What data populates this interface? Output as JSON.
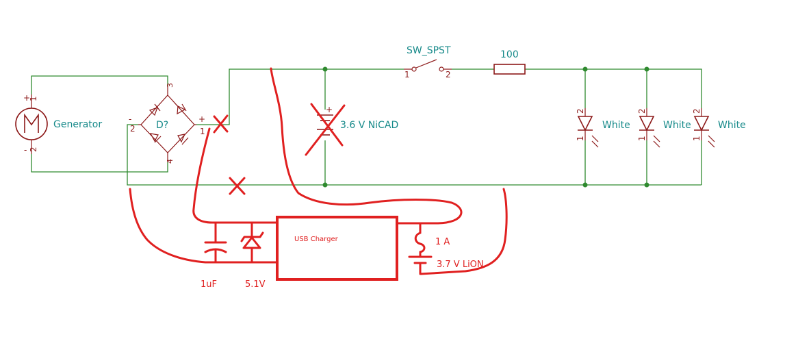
{
  "generator": {
    "label": "Generator",
    "pin_top": "1",
    "pin_bottom": "2",
    "sign_top": "+",
    "sign_bottom": "-"
  },
  "bridge": {
    "ref": "D?",
    "pin1": "1",
    "pin2": "2",
    "pin3": "3",
    "pin4": "4",
    "sign_plus": "+",
    "sign_minus": "-"
  },
  "switch": {
    "label": "SW_SPST",
    "pin1": "1",
    "pin2": "2"
  },
  "resistor": {
    "value": "100"
  },
  "battery_nicad": {
    "label": "3.6 V NiCAD",
    "sign": "+"
  },
  "leds": [
    {
      "label": "White",
      "pin_top": "2",
      "pin_bottom": "1"
    },
    {
      "label": "White",
      "pin_top": "2",
      "pin_bottom": "1"
    },
    {
      "label": "White",
      "pin_top": "2",
      "pin_bottom": "1"
    }
  ],
  "annotations": {
    "usb_charger": "USB Charger",
    "capacitor": "1uF",
    "zener": "5.1V",
    "fuse": "1 A",
    "lion_battery": "3.7 V LiON"
  }
}
